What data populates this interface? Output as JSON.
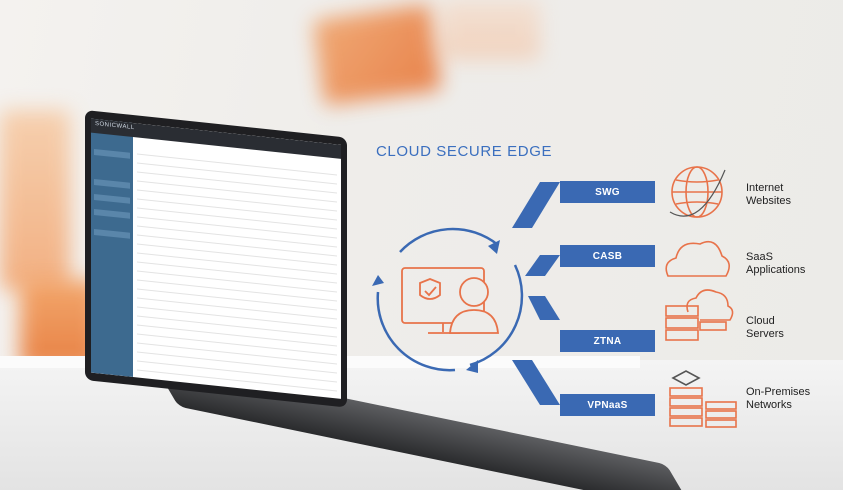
{
  "diagram": {
    "title": "CLOUD SECURE EDGE",
    "services": [
      {
        "label": "SWG"
      },
      {
        "label": "CASB"
      },
      {
        "label": "ZTNA"
      },
      {
        "label": "VPNaaS"
      }
    ],
    "destinations": [
      {
        "line1": "Internet",
        "line2": "Websites",
        "icon": "globe-icon"
      },
      {
        "line1": "SaaS",
        "line2": "Applications",
        "icon": "cloud-icon"
      },
      {
        "line1": "Cloud",
        "line2": "Servers",
        "icon": "cloud-server-icon"
      },
      {
        "line1": "On-Premises",
        "line2": "Networks",
        "icon": "server-stack-icon"
      }
    ],
    "center_icon": "user-monitor-shield-icon",
    "colors": {
      "blue": "#3a69b3",
      "orange": "#e8734a"
    }
  },
  "laptop": {
    "brand": "SONICWALL"
  }
}
